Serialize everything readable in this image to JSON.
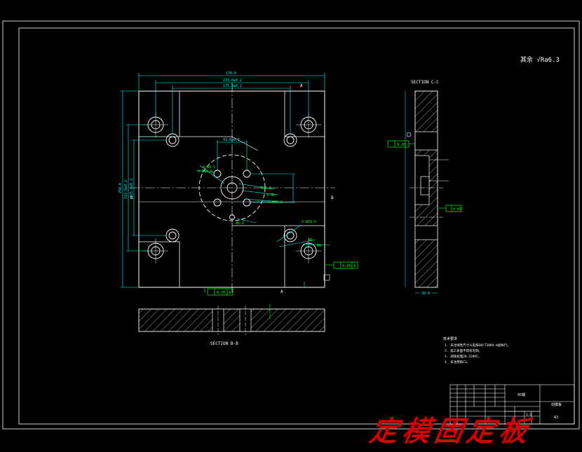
{
  "drawing": {
    "roughness_note": "其余 √Ra6.3",
    "section_cc_label": "SECTION C-C",
    "section_bb_label": "SECTION B-B",
    "section_letters": {
      "a": "A",
      "b": "B"
    },
    "dims": {
      "overall_width": "270.0",
      "inner_width_1": "233.0±0.2",
      "inner_width_2": "175.0±0.2",
      "overall_height": "250.0",
      "inner_height_1": "193.0±0.2",
      "inner_height_2": "155.0±0.2",
      "hole_spacing": "41.0±0.1",
      "cc_thickness": "30.0"
    },
    "tolerances": {
      "flatness": "0.05",
      "parallel_1": "0.05",
      "parallel_2": "0.05",
      "datum": "A"
    },
    "callouts": [
      "4-Ø6.5",
      "4-Ø12.0",
      "Ø22.0",
      "4-M6",
      "4-Ø17.0",
      "4-Ø28.0",
      "Ø6.0",
      "M5",
      "M8"
    ],
    "tech_req_title": "技术要求",
    "tech_req_items": [
      "1. 未注线性尺寸公差按GB/T1804-m级执行。",
      "2. 加工表面不得有毛刺。",
      "3. 调质处理28-32HRC。",
      "4. 未注倒角C1。"
    ]
  },
  "title_block": {
    "part_name": "动模板",
    "drawing_no": "A3",
    "material": "45钢",
    "scale": "1:1"
  },
  "watermark": {
    "chars": [
      "定",
      "模",
      "固",
      "定",
      "板"
    ]
  },
  "colors": {
    "border": "#ffffff",
    "dimension": "#00ffff",
    "annotation": "#00ff00",
    "watermark": "#d40000",
    "outline": "#ffffff"
  }
}
